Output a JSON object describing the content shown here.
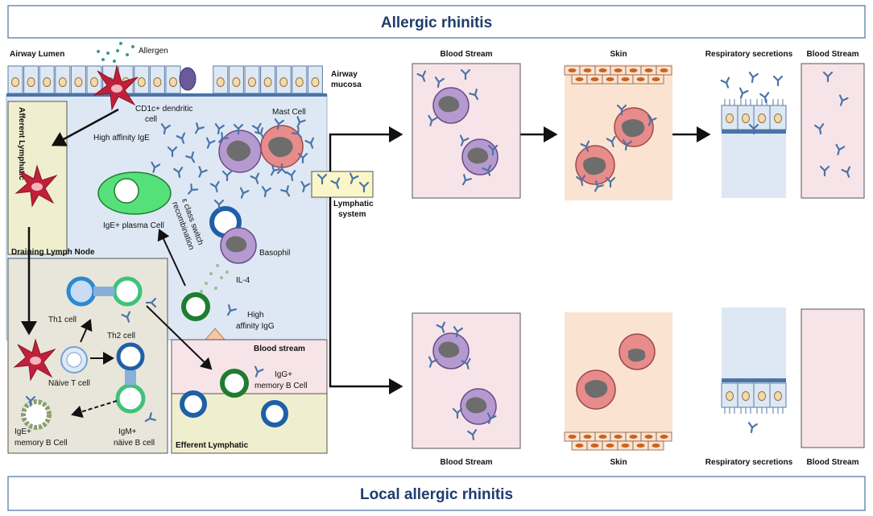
{
  "titles": {
    "top": "Allergic rhinitis",
    "bottom": "Local allergic rhinitis"
  },
  "left_panel": {
    "airway_lumen": "Airway Lumen",
    "allergen": "Allergen",
    "airway_mucosa_1": "Airway",
    "airway_mucosa_2": "mucosa",
    "dendritic_1": "CD1c+ dendritic",
    "dendritic_2": "cell",
    "afferent_lymphatic": "Afferent Lymphatic",
    "mast_cell": "Mast Cell",
    "high_affinity_ige": "High affinity IgE",
    "ige_plasma_cell": "IgE+ plasma Cell",
    "class_switch_1": "ε class switch",
    "class_switch_2": "recombination",
    "basophil": "Basophil",
    "il4": "IL-4",
    "high_affinity_igg_1": "High",
    "high_affinity_igg_2": "affinity IgG",
    "draining_lymph_node": "Draining Lymph Node",
    "th1_cell": "Th1 cell",
    "th2_cell": "Th2 cell",
    "naive_t_cell": "Näive T cell",
    "ige_memory_1": "IgE+",
    "ige_memory_2": "memory B Cell",
    "igm_naive_1": "IgM+",
    "igm_naive_2": "näive B cell",
    "blood_stream": "Blood stream",
    "igg_memory_1": "IgG+",
    "igg_memory_2": "memory B Cell",
    "efferent_lymphatic": "Efferent Lymphatic",
    "lymphatic_system_1": "Lymphatic",
    "lymphatic_system_2": "system"
  },
  "top_row": {
    "blood_stream": "Blood Stream",
    "skin": "Skin",
    "respiratory": "Respiratory secretions",
    "blood_stream_2": "Blood Stream"
  },
  "bottom_row": {
    "blood_stream": "Blood Stream",
    "skin": "Skin",
    "respiratory": "Respiratory secretions",
    "blood_stream_2": "Blood Stream"
  },
  "colors": {
    "title_text": "#1f3d6e",
    "title_border": "#6f8db4",
    "mucosa_bg": "#dde8f4",
    "blood_bg": "#f7e4e8",
    "skin_bg": "#fbe3d1",
    "resp_bg": "#dde8f4",
    "lymph_bg": "#efefd0",
    "ln_bg": "#e8e6da",
    "dendritic": "#c0203a",
    "plasma": "#55e07a",
    "basophil": "#b59ad0",
    "mast": "#e78b8b",
    "antibody": "#4a74a8",
    "igg_ring": "#1e7d2e",
    "b_ring": "#1f5fa8"
  }
}
